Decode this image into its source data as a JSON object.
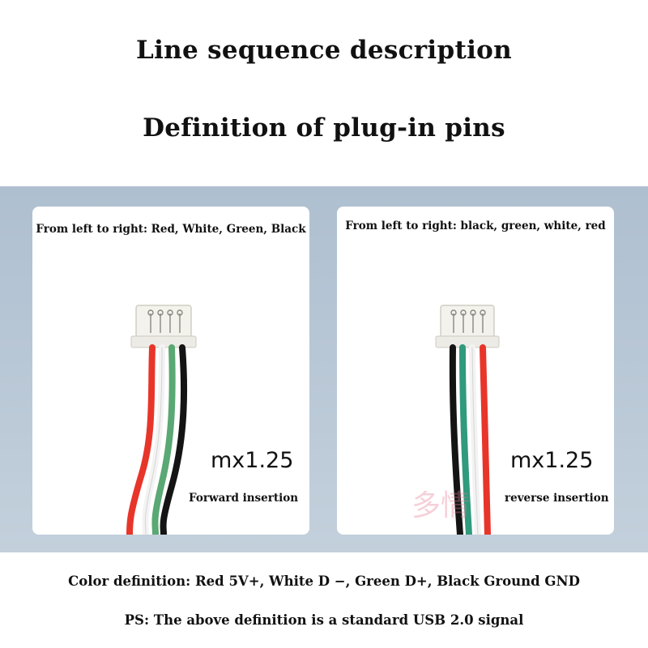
{
  "title": "Line sequence description",
  "subtitle": "Definition of plug-in pins",
  "left_card": {
    "caption": "From left to right: Red, White, Green, Black",
    "spec": "mx1.25",
    "insertion": "Forward insertion",
    "wire_colors": [
      "#e8352a",
      "#ffffff",
      "#5aa874",
      "#141414"
    ]
  },
  "right_card": {
    "caption": "From left to right: black, green, white, red",
    "spec": "mx1.25",
    "insertion": "reverse insertion",
    "watermark": "多情",
    "wire_colors": [
      "#141414",
      "#2f9a7c",
      "#ffffff",
      "#e8352a"
    ]
  },
  "color_definition": "Color definition: Red 5V+, White D −, Green D+, Black Ground GND",
  "ps_note": "PS: The above definition is a standard USB 2.0 signal"
}
